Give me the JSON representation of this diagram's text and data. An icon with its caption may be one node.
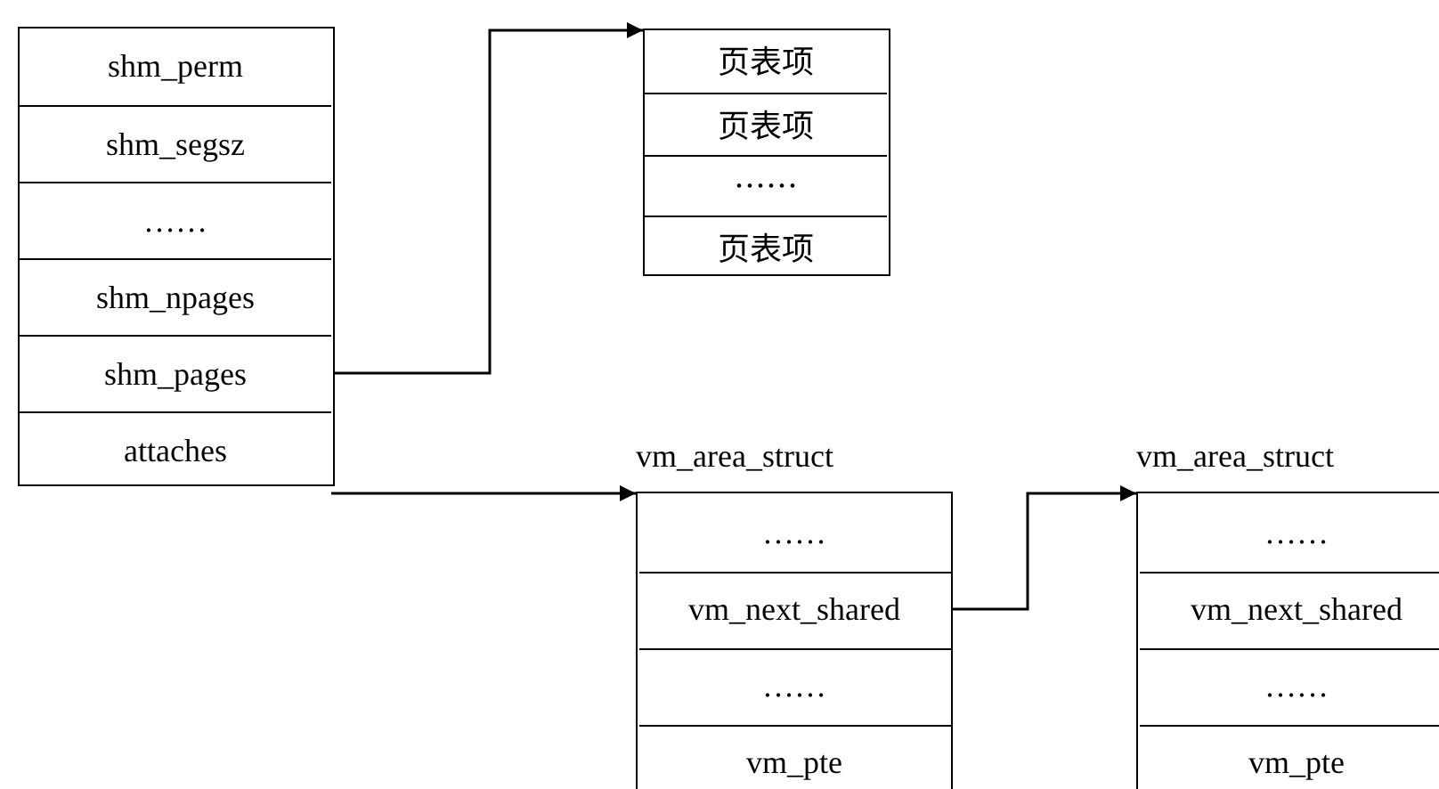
{
  "diagram": {
    "nodes": [
      {
        "text": [],
        "shape": "box"
      },
      {
        "text": [
          "shm_perm"
        ],
        "in": 0
      },
      {
        "text": [
          "shm_segsz"
        ],
        "in": 0
      },
      {
        "text": [
          "……"
        ],
        "in": 0
      },
      {
        "text": [
          "shm_npages"
        ],
        "in": 0
      },
      {
        "text": [
          "shm_pages"
        ],
        "in": 0
      },
      {
        "text": [
          "attaches"
        ],
        "in": 0
      },
      {
        "text": [],
        "shape": "box"
      },
      {
        "text": [
          "页表项"
        ],
        "in": 7
      },
      {
        "text": [
          "页表项"
        ],
        "in": 7
      },
      {
        "text": [
          "……"
        ],
        "in": 7
      },
      {
        "text": [
          "页表项"
        ],
        "in": 7
      },
      {
        "text": [
          "vm_area_struct"
        ]
      },
      {
        "text": [
          "……"
        ],
        "in": 12
      },
      {
        "text": [
          "vm_next_shared"
        ],
        "in": 12
      },
      {
        "text": [
          "……"
        ],
        "in": 12
      },
      {
        "text": [
          "vm_pte"
        ],
        "in": 12
      },
      {
        "text": [
          "vm_area_struct"
        ]
      },
      {
        "text": [
          "……"
        ],
        "in": 17
      },
      {
        "text": [
          "vm_next_shared"
        ],
        "in": 17
      },
      {
        "text": [
          "……"
        ],
        "in": 17
      },
      {
        "text": [
          "vm_pte"
        ],
        "in": 17
      }
    ],
    "edges": [
      {
        "from": 5,
        "to": 7,
        "arrow": "to"
      },
      {
        "from": 6,
        "to": 12,
        "arrow": "to"
      },
      {
        "from": 14,
        "to": 17,
        "arrow": "to"
      }
    ]
  }
}
